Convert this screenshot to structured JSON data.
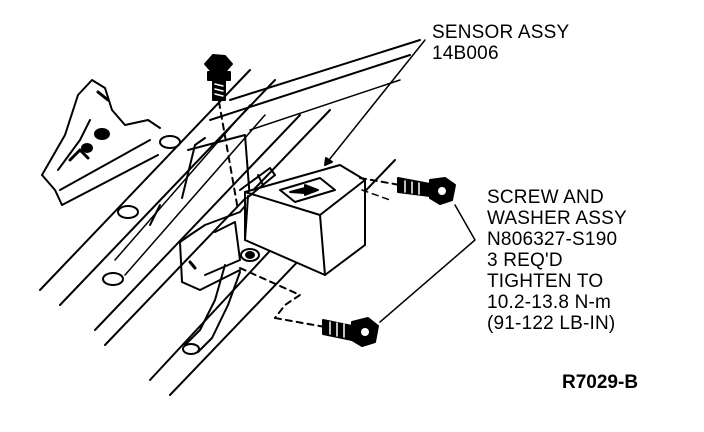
{
  "labels": {
    "sensor": {
      "line1": "SENSOR ASSY",
      "line2": "14B006"
    },
    "screw": {
      "line1": "SCREW AND",
      "line2": "WASHER ASSY",
      "line3": "N806327-S190",
      "line4": "3 REQ'D",
      "line5": "TIGHTEN TO",
      "line6": "10.2-13.8 N-m",
      "line7": "(91-122 LB-IN)"
    },
    "reference": "R7029-B"
  },
  "colors": {
    "ink": "#000000",
    "paper": "#ffffff"
  }
}
